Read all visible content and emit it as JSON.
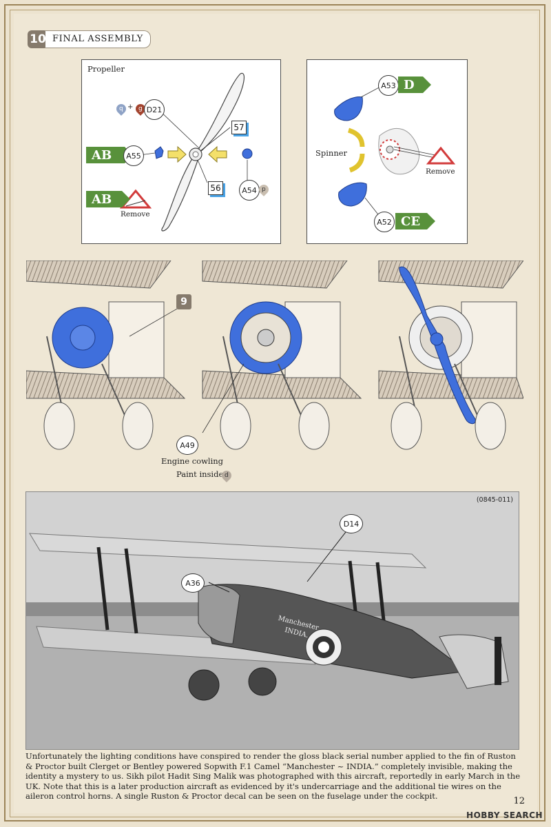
{
  "step": {
    "number": "10",
    "title": "FINAL ASSEMBLY"
  },
  "propeller_panel": {
    "title": "Propeller",
    "paint_q": "q",
    "plus": "+",
    "paint_g": "g",
    "part_d21": "D21",
    "decal_57": "57",
    "decal_56": "56",
    "part_a55": "A55",
    "part_a54": "A54",
    "paint_p": "p",
    "tag_ab_1": "AB",
    "tag_ab_2": "AB",
    "remove": "Remove"
  },
  "spinner_panel": {
    "title": "Spinner",
    "part_a53": "A53",
    "tag_d": "D",
    "part_a52": "A52",
    "tag_ce": "CE",
    "remove": "Remove"
  },
  "engine_views": {
    "ref_step": "9",
    "part_a49": "A49",
    "cowling_label": "Engine cowling",
    "paint_inside": "Paint inside",
    "paint_d": "d"
  },
  "photo": {
    "ref": "(0845-011)",
    "part_d14": "D14",
    "part_a36": "A36",
    "fuselage_text_1": "Manchester",
    "fuselage_text_2": "INDIA."
  },
  "caption": "Unfortunately the lighting conditions have conspired to render the gloss black serial number applied to the fin of Ruston & Proctor built Clerget or Bentley powered Sopwith F.1 Camel “Manchester ~ INDIA.” completely invisible, making the identity a mystery to us. Sikh pilot Hadit Sing Malik was photographed with this aircraft, reportedly in early March in the UK. Note that this is a later production aircraft as evidenced by it's undercarriage and the additional tie wires on the aileron control horns. A single Ruston & Proctor decal can be seen on the fuselage under the cockpit.",
  "page_number": "12",
  "watermark": "HOBBY SEARCH",
  "colors": {
    "tag_green": "#58913b",
    "part_blue": "#3f6fdc",
    "decal_shadow": "#4aa3e6",
    "paper": "#efe7d5"
  }
}
